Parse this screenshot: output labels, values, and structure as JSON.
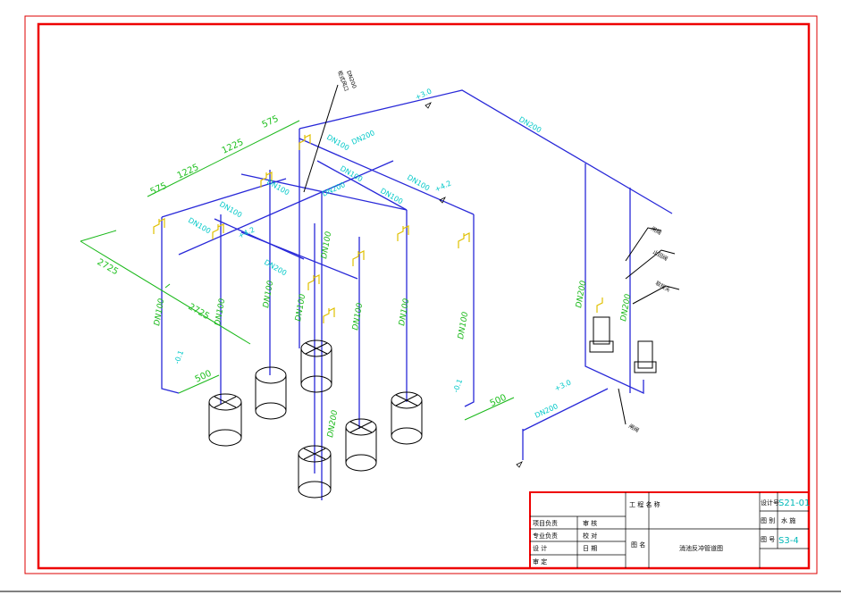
{
  "drawing": {
    "annotations": {
      "outlet_label": "柜式风口",
      "outlet_dn": "DN200",
      "elev_top": "+3.0",
      "elev_mid": "+4.2",
      "elev_mid2": "+4.2",
      "elev_low1": "-0.1",
      "elev_low2": "-0.1",
      "elev_bottom": "+3.0",
      "valve1": "闸阀",
      "valve2": "止回阀",
      "valve3": "软接头",
      "valve4": "闸阀"
    },
    "pipe_labels": [
      "DN200",
      "DN200",
      "DN100",
      "DN100",
      "DN100",
      "DN100",
      "DN100",
      "DN200",
      "DN100",
      "DN100",
      "DN200",
      "DN200"
    ],
    "vertical_labels": [
      "DN100",
      "DN100",
      "DN100",
      "DN100",
      "DN100",
      "DN100",
      "DN100",
      "DN200",
      "DN200",
      "DN200",
      "DN100"
    ],
    "dimensions": {
      "d1": "575",
      "d2": "1225",
      "d3": "1225",
      "d4": "575",
      "d5": "2725",
      "d6": "2725",
      "d7": "500",
      "d8": "500"
    }
  },
  "title_block": {
    "left_rows": [
      "项目负责",
      "专业负责",
      "设 计",
      "审 定"
    ],
    "mid_rows": [
      "审 核",
      "校 对",
      "日 期"
    ],
    "project_label": "工 程\n名 称",
    "drawing_label": "图\n名",
    "drawing_title": "消池反冲管道图",
    "right_labels": [
      "设计号",
      "图 别",
      "图 号"
    ],
    "right_values": [
      "S21-01",
      "水 施",
      "S3-4"
    ]
  }
}
